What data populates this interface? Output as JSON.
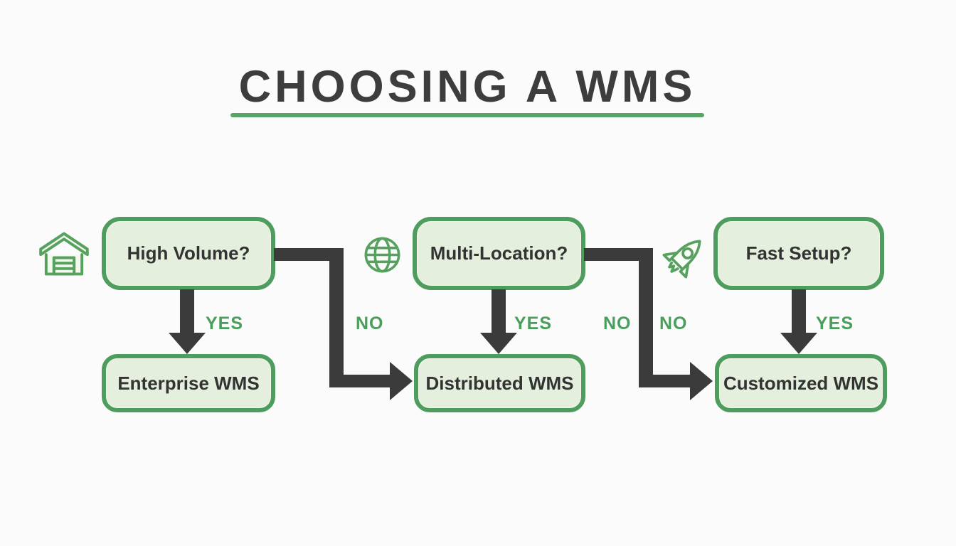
{
  "title": "CHOOSING A WMS",
  "colors": {
    "background": "#fafbfa",
    "title_text": "#3d3d3d",
    "title_underline": "#57a567",
    "node_fill": "#e4f0dd",
    "node_border": "#4f9d5e",
    "node_text": "#333333",
    "arrow": "#3b3b3b",
    "edge_label": "#4a9e5c",
    "icon_stroke": "#57a15f"
  },
  "nodes": {
    "questions": [
      {
        "id": "high-volume",
        "label": "High Volume?",
        "icon": "warehouse-icon"
      },
      {
        "id": "multi-location",
        "label": "Multi-Location?",
        "icon": "globe-icon"
      },
      {
        "id": "fast-setup",
        "label": "Fast Setup?",
        "icon": "rocket-icon"
      }
    ],
    "outcomes": [
      {
        "id": "enterprise-wms",
        "label": "Enterprise WMS"
      },
      {
        "id": "distributed-wms",
        "label": "Distributed WMS"
      },
      {
        "id": "customized-wms",
        "label": "Customized WMS"
      }
    ]
  },
  "edges": {
    "high_volume_yes": "YES",
    "high_volume_no": "NO",
    "multi_location_yes": "YES",
    "multi_location_no_left": "NO",
    "multi_location_no_right": "NO",
    "fast_setup_yes": "YES"
  }
}
